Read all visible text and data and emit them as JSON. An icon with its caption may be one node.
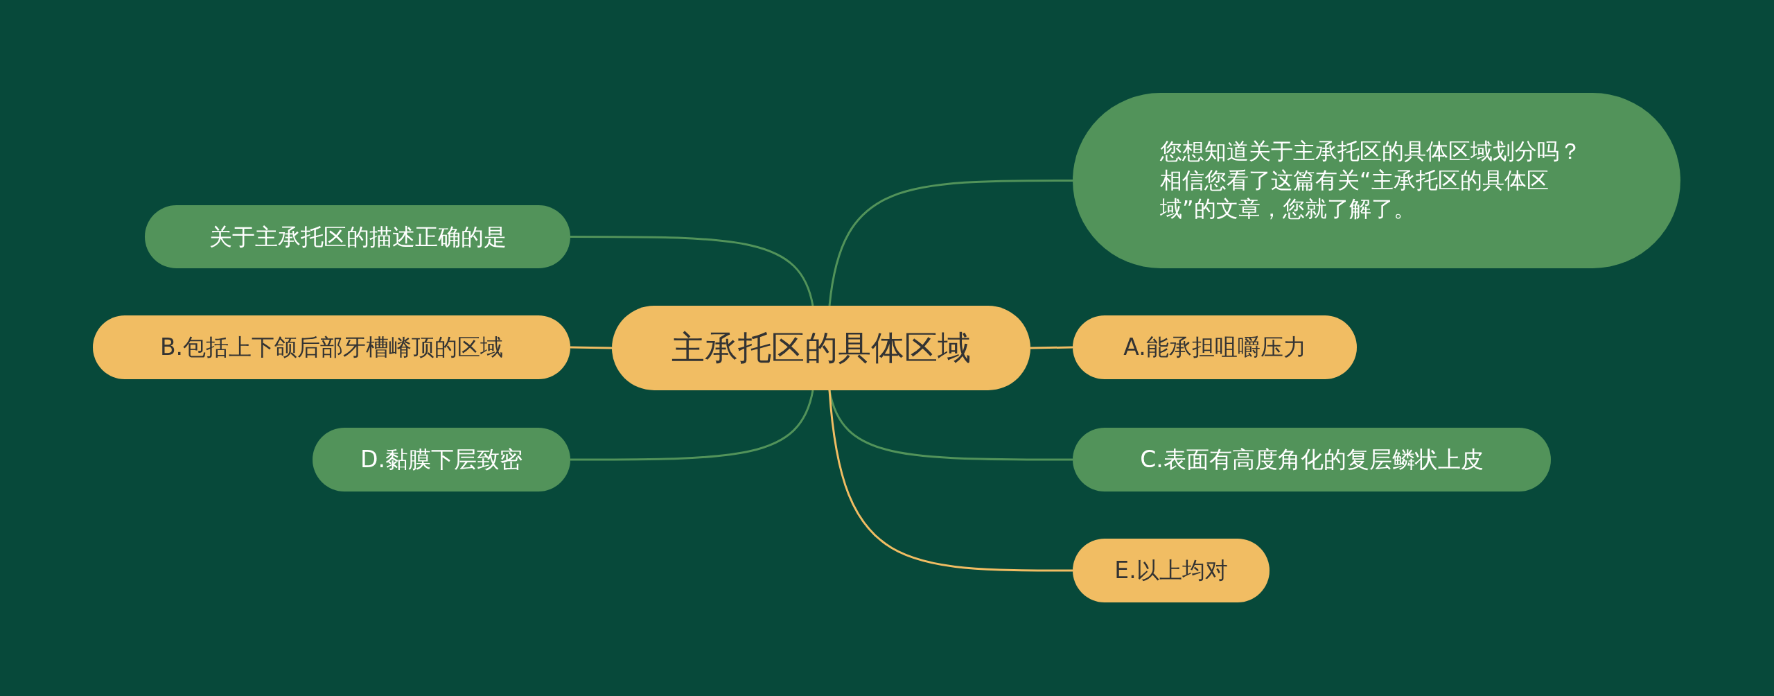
{
  "diagram": {
    "nodes": [
      {
        "text": [
          "主承托区的具体区域"
        ]
      },
      {
        "text": [
          "您想知道关于主承托区的具体区域划分吗？相信您看了这篇有关“主承托区的具体区域”的文章，您就了解了。"
        ]
      },
      {
        "text": [
          "关于主承托区的描述正确的是"
        ]
      },
      {
        "text": [
          "B.包括上下颌后部牙槽嵴顶的区域"
        ]
      },
      {
        "text": [
          "A.能承担咀嚼压力"
        ]
      },
      {
        "text": [
          "D.黏膜下层致密"
        ]
      },
      {
        "text": [
          "C.表面有高度角化的复层鳞状上皮"
        ]
      },
      {
        "text": [
          "E.以上均对"
        ]
      }
    ],
    "edges": [
      {
        "from": 0,
        "to": 1,
        "arrow": "none"
      },
      {
        "from": 0,
        "to": 2,
        "arrow": "none"
      },
      {
        "from": 0,
        "to": 3,
        "arrow": "none",
        "color": "#f1bd63"
      },
      {
        "from": 0,
        "to": 4,
        "arrow": "none",
        "color": "#f1bd63"
      },
      {
        "from": 0,
        "to": 5,
        "arrow": "none"
      },
      {
        "from": 0,
        "to": 6,
        "arrow": "none"
      },
      {
        "from": 0,
        "to": 7,
        "arrow": "none",
        "color": "#f1bd63"
      }
    ]
  }
}
